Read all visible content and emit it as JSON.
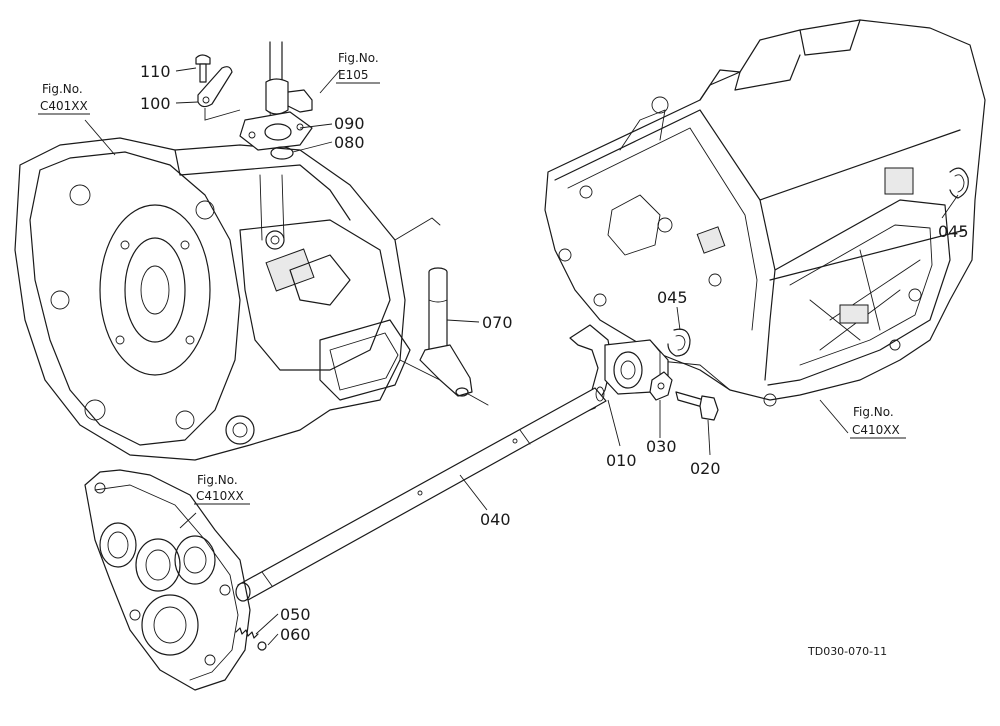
{
  "callouts": [
    {
      "id": "p110",
      "text": "110"
    },
    {
      "id": "p100",
      "text": "100"
    },
    {
      "id": "p090",
      "text": "090"
    },
    {
      "id": "p080",
      "text": "080"
    },
    {
      "id": "p070",
      "text": "070"
    },
    {
      "id": "p045a",
      "text": "045"
    },
    {
      "id": "p045b",
      "text": "045"
    },
    {
      "id": "p010",
      "text": "010"
    },
    {
      "id": "p030",
      "text": "030"
    },
    {
      "id": "p020",
      "text": "020"
    },
    {
      "id": "p040",
      "text": "040"
    },
    {
      "id": "p050",
      "text": "050"
    },
    {
      "id": "p060",
      "text": "060"
    }
  ],
  "figure_refs": {
    "c401": {
      "label": "Fig.No.",
      "code": "C401XX"
    },
    "e105": {
      "label": "Fig.No.",
      "code": "E105"
    },
    "c410_right": {
      "label": "Fig.No.",
      "code": "C410XX"
    },
    "c410_left": {
      "label": "Fig.No.",
      "code": "C410XX"
    }
  },
  "drawing_code": "TD030-070-11"
}
